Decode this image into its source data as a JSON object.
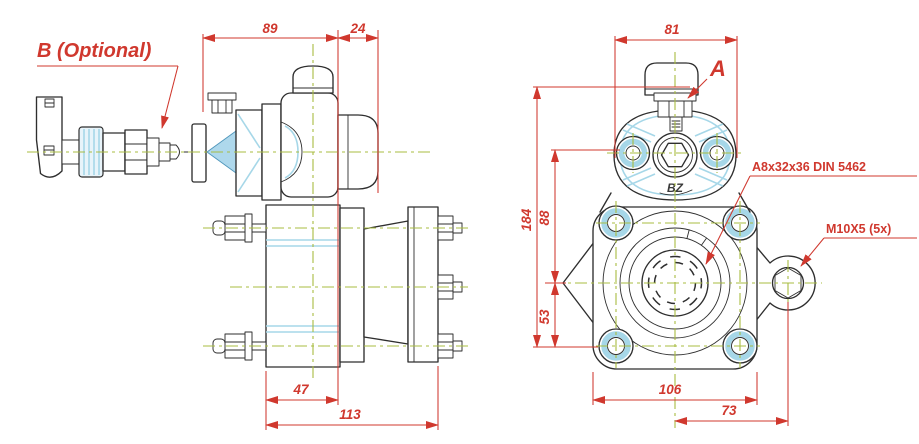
{
  "annotations": {
    "optional_b": "B (Optional)",
    "detail_a": "A",
    "spline_spec": "A8x32x36 DIN 5462",
    "thread_spec": "M10X5 (5x)",
    "logo": "BZ"
  },
  "dimensions": {
    "side": {
      "body_width": "89",
      "shaft_ext": "24",
      "block_width": "47",
      "total_length": "113"
    },
    "front": {
      "top_width": "81",
      "total_height": "184",
      "upper_span": "88",
      "lower_span": "53",
      "flange_width": "106",
      "side_hole_offset": "73"
    }
  },
  "colors": {
    "dimension_red": "#d0382e",
    "centerline_green": "#a8bc42",
    "detail_cyan": "#a6d7e8",
    "outline": "#2e2e2e"
  }
}
